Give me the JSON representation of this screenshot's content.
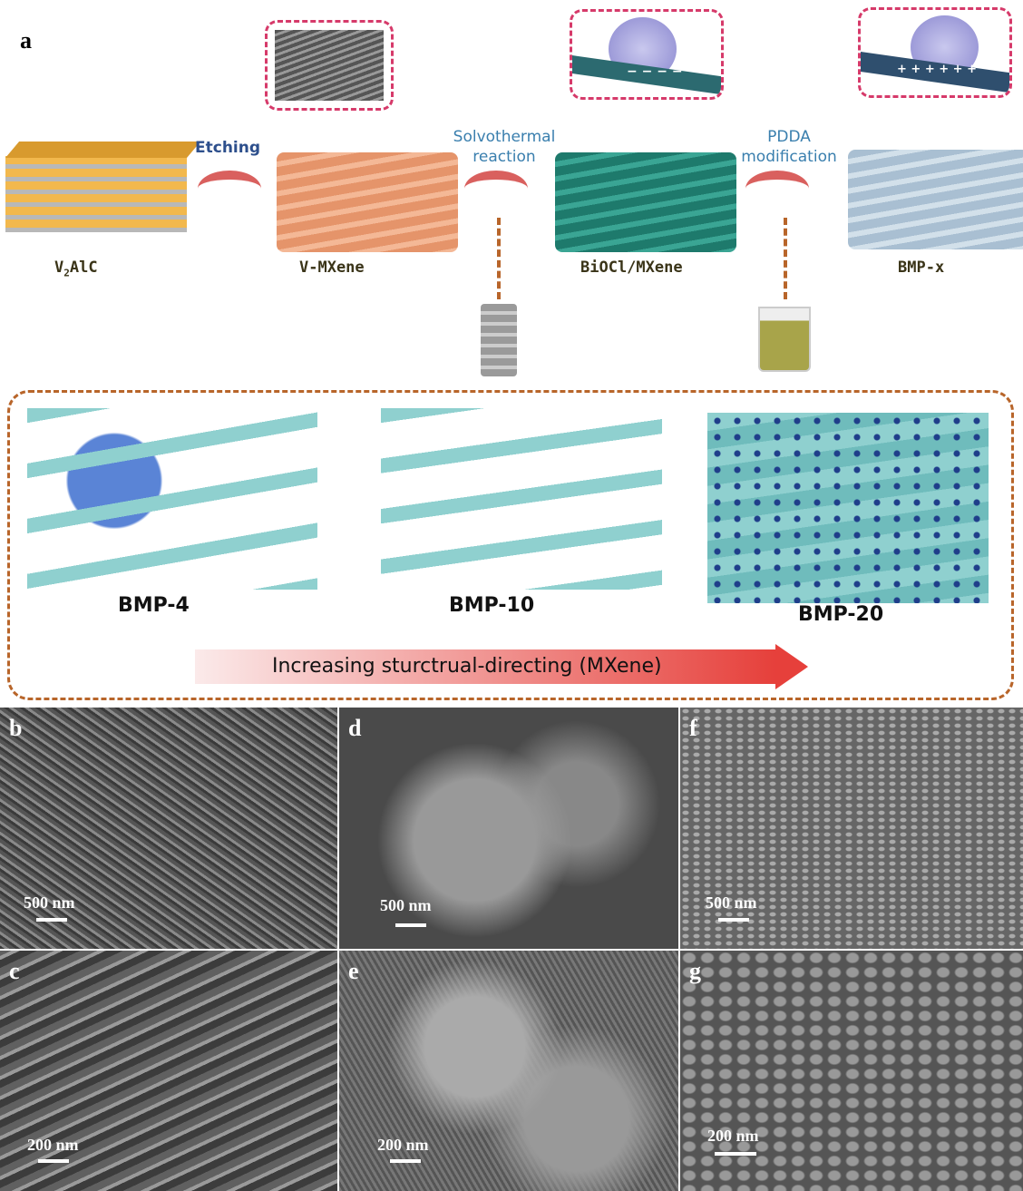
{
  "panel_a": {
    "letter": "a",
    "steps": {
      "etching": "Etching",
      "solvothermal": "Solvothermal reaction",
      "pdda": "PDDA modification"
    },
    "materials": {
      "v2alc_main": "V",
      "v2alc_sub": "2",
      "v2alc_rest": "AlC",
      "vmxene": "V-MXene",
      "biocl": "BiOCl/MXene",
      "bmpx": "BMP-x"
    },
    "inset_charges": {
      "negative": "− − − −",
      "positive": "+ + + + + +"
    }
  },
  "structures": {
    "items": [
      {
        "label": "BMP-4"
      },
      {
        "label": "BMP-10"
      },
      {
        "label": "BMP-20"
      }
    ],
    "gradient_label": "Increasing sturctrual-directing (MXene)"
  },
  "sem": [
    {
      "letter": "b",
      "scale": "500 nm"
    },
    {
      "letter": "d",
      "scale": "500 nm"
    },
    {
      "letter": "f",
      "scale": "500 nm"
    },
    {
      "letter": "c",
      "scale": "200 nm"
    },
    {
      "letter": "e",
      "scale": "200 nm"
    },
    {
      "letter": "g",
      "scale": "200 nm"
    }
  ]
}
